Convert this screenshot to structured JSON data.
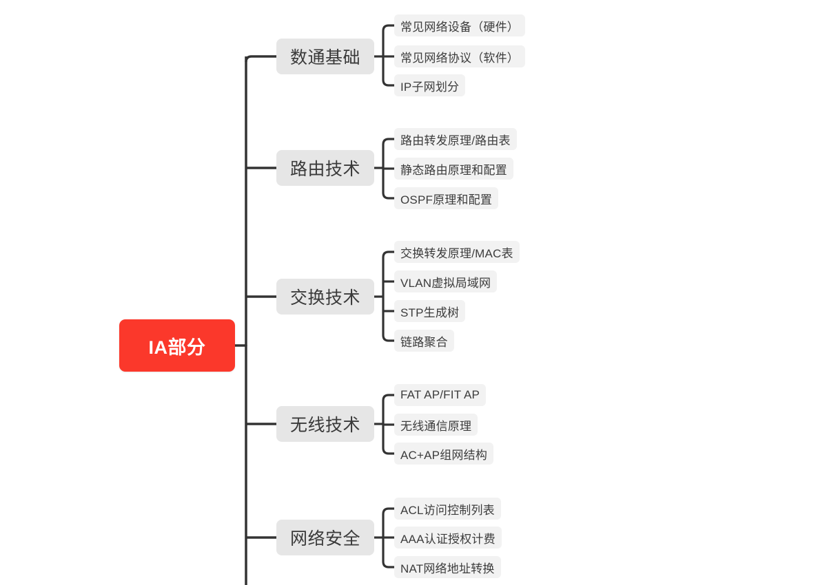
{
  "map": {
    "title": "IA部分",
    "root": {
      "label": "IA部分",
      "color": "#fb382b",
      "text_color": "#ffffff"
    },
    "style": {
      "branch_bg": "#e6e6e6",
      "leaf_bg": "#f2f2f2",
      "line_color": "#333333",
      "text_color": "#3a3a3a",
      "canvas_bg": "#ffffff"
    },
    "branches": [
      {
        "label": "数通基础",
        "children": [
          "常见网络设备（硬件）",
          "常见网络协议（软件）",
          "IP子网划分"
        ]
      },
      {
        "label": "路由技术",
        "children": [
          "路由转发原理/路由表",
          "静态路由原理和配置",
          "OSPF原理和配置"
        ]
      },
      {
        "label": "交换技术",
        "children": [
          "交换转发原理/MAC表",
          "VLAN虚拟局域网",
          "STP生成树",
          "链路聚合"
        ]
      },
      {
        "label": "无线技术",
        "children": [
          "FAT AP/FIT AP",
          "无线通信原理",
          "AC+AP组网结构"
        ]
      },
      {
        "label": "网络安全",
        "children": [
          "ACL访问控制列表",
          "AAA认证授权计费",
          "NAT网络地址转换"
        ]
      }
    ]
  }
}
